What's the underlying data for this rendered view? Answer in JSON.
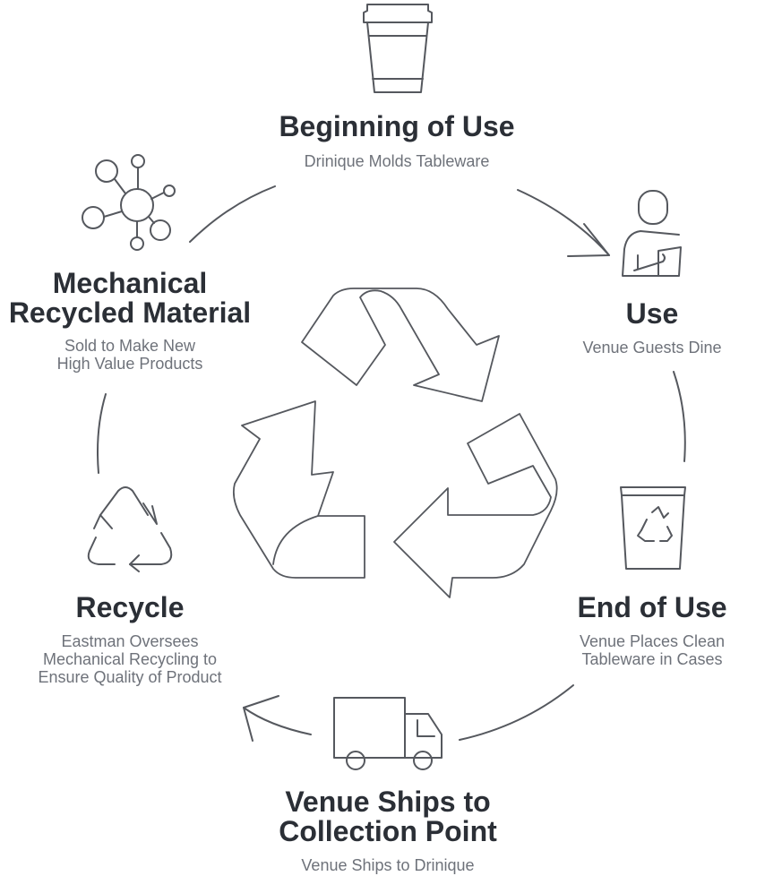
{
  "stages": {
    "beginning": {
      "title": "Beginning of Use",
      "subtitle": "Drinique Molds Tableware",
      "icon": "coffee-cup-icon"
    },
    "use": {
      "title": "Use",
      "subtitle": "Venue Guests Dine",
      "icon": "person-with-tablet-icon"
    },
    "end": {
      "title": "End of Use",
      "subtitle_lines": [
        "Venue Places Clean",
        "Tableware in Cases"
      ],
      "icon": "recycling-bin-icon"
    },
    "ship": {
      "title_lines": [
        "Venue Ships to",
        "Collection Point"
      ],
      "subtitle": "Venue Ships to Drinique",
      "icon": "truck-icon"
    },
    "recycle": {
      "title": "Recycle",
      "subtitle_lines": [
        "Eastman Oversees",
        "Mechanical Recycling to",
        "Ensure Quality of Product"
      ],
      "icon": "recycle-arrows-icon"
    },
    "mechanical": {
      "title_lines": [
        "Mechanical",
        "Recycled Material"
      ],
      "subtitle_lines": [
        "Sold to Make New",
        "High Value Products"
      ],
      "icon": "molecule-icon"
    }
  },
  "colors": {
    "text_dark": "#2b2f36",
    "text_muted": "#6e727a",
    "stroke": "#55585e"
  }
}
